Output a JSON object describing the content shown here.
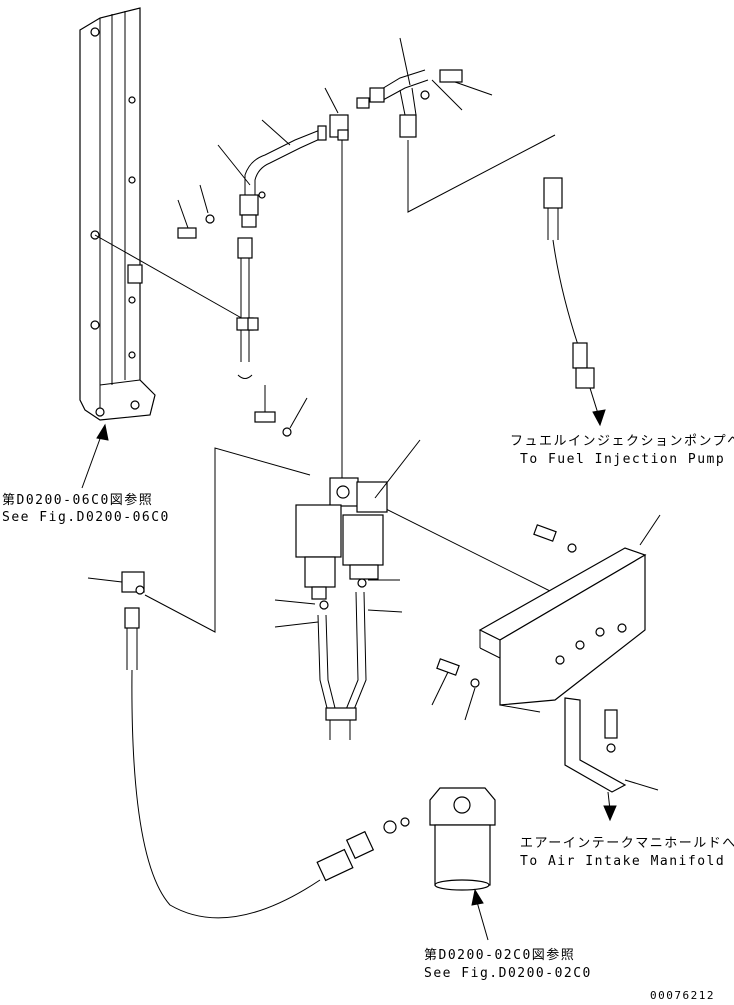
{
  "refs": {
    "top_left": {
      "jp": "第D0200-06C0図参照",
      "en": "See Fig.D0200-06C0"
    },
    "bottom": {
      "jp": "第D0200-02C0図参照",
      "en": "See Fig.D0200-02C0"
    }
  },
  "destinations": {
    "fuel_pump": {
      "jp": "フュエルインジェクションポンプへ",
      "en": "To Fuel Injection Pump"
    },
    "air_intake": {
      "jp": "エアーインテークマニホールドへ",
      "en": "To Air Intake Manifold"
    }
  },
  "drawing_number": "00076212"
}
